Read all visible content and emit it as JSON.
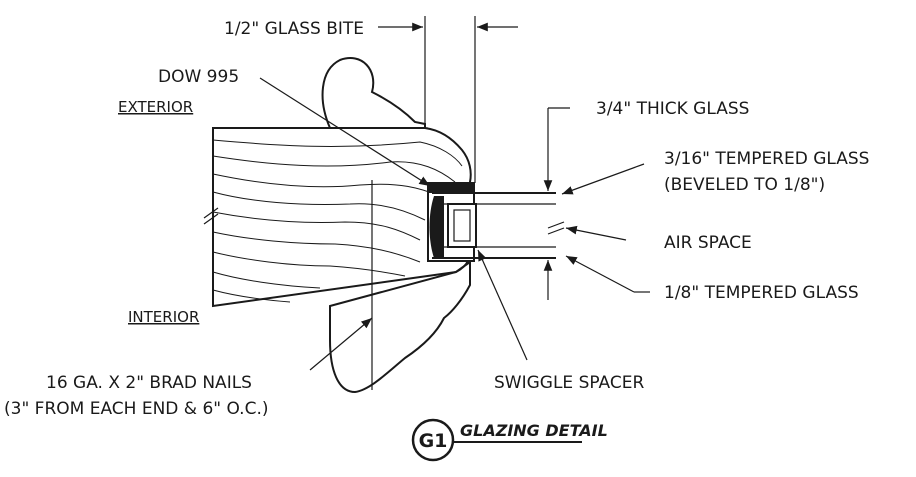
{
  "labels": {
    "glass_bite": "1/2\" GLASS BITE",
    "dow": "DOW 995",
    "exterior": "EXTERIOR",
    "interior": "INTERIOR",
    "thick_glass": "3/4\" THICK GLASS",
    "tempered_316_line1": "3/16\" TEMPERED GLASS",
    "tempered_316_line2": "(BEVELED TO 1/8\")",
    "air_space": "AIR SPACE",
    "tempered_18": "1/8\" TEMPERED GLASS",
    "brad_line1": "16 GA. X 2\" BRAD NAILS",
    "brad_line2": "(3\" FROM EACH END & 6\" O.C.)",
    "spacer": "SWIGGLE SPACER"
  },
  "title_block": {
    "badge": "G1",
    "title": "GLAZING DETAIL"
  }
}
